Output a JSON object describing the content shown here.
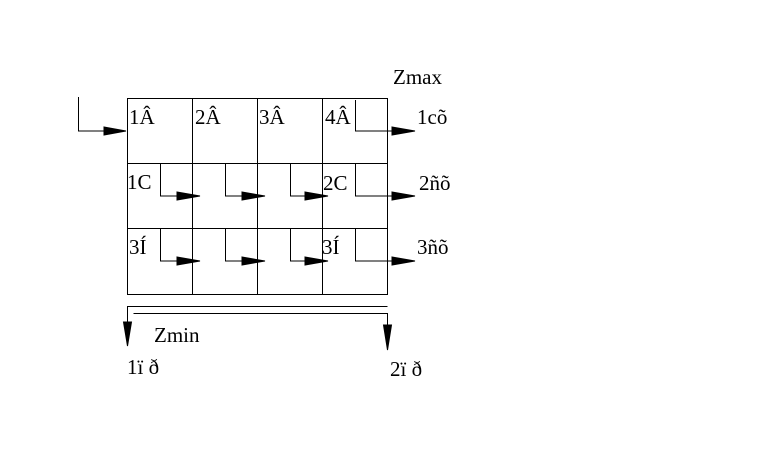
{
  "top_label": "Zmax",
  "bottom_label": "Zmin",
  "row1": {
    "cells": [
      "1Â",
      "2Â",
      "3Â",
      "4Â"
    ],
    "output": "1cõ"
  },
  "row2": {
    "cells": [
      "1C",
      "2C"
    ],
    "output": "2ñõ"
  },
  "row3": {
    "cells": [
      "3Í",
      "3Í"
    ],
    "output": "3ñõ"
  },
  "bottom_outputs": [
    "1ï ð",
    "2ï ð"
  ],
  "colors": {
    "line": "#000000",
    "background": "#ffffff"
  }
}
